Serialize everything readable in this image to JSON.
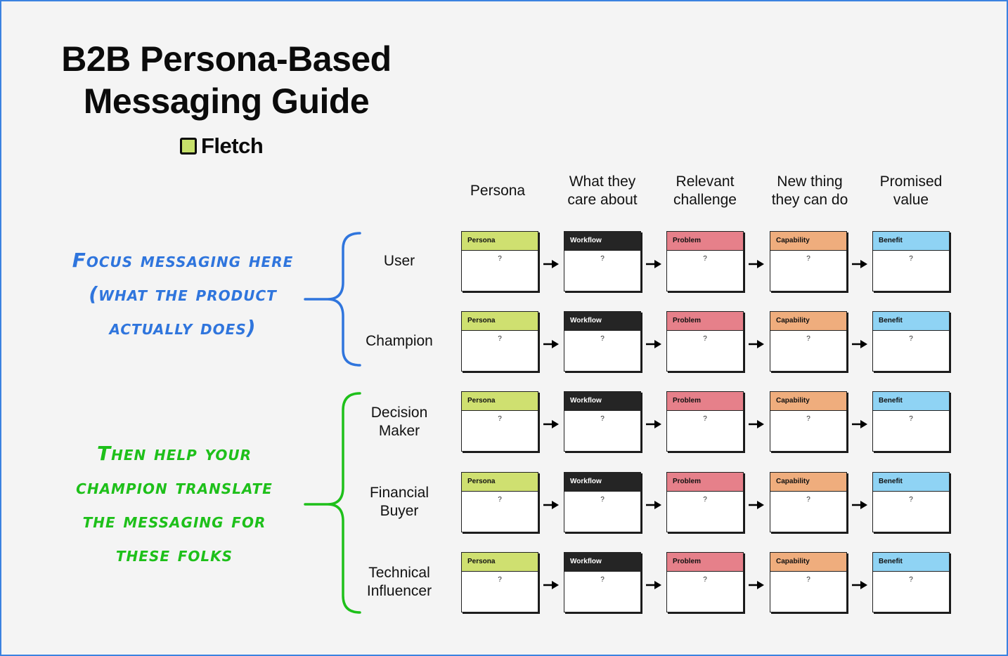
{
  "title": "B2B Persona-Based Messaging Guide",
  "brand": {
    "name": "Fletch",
    "accent": "#c6e06a"
  },
  "columns": [
    {
      "heading": "Persona",
      "card_label": "Persona",
      "color": "#cfe070",
      "text_color": "#111111"
    },
    {
      "heading": "What they care about",
      "card_label": "Workflow",
      "color": "#252525",
      "text_color": "#ffffff"
    },
    {
      "heading": "Relevant challenge",
      "card_label": "Problem",
      "color": "#e6808a",
      "text_color": "#111111"
    },
    {
      "heading": "New thing they can do",
      "card_label": "Capability",
      "color": "#efad7d",
      "text_color": "#111111"
    },
    {
      "heading": "Promised value",
      "card_label": "Benefit",
      "color": "#8fd3f4",
      "text_color": "#111111"
    }
  ],
  "rows": [
    {
      "label": "User",
      "group": "focus"
    },
    {
      "label": "Champion",
      "group": "focus"
    },
    {
      "label": "Decision Maker",
      "group": "translate"
    },
    {
      "label": "Financial Buyer",
      "group": "translate"
    },
    {
      "label": "Technical Influencer",
      "group": "translate"
    }
  ],
  "card_placeholder": "?",
  "notes": {
    "focus": {
      "lines": [
        "Focus messaging here",
        "(what the product",
        "actually does)"
      ],
      "color": "#2f75dd"
    },
    "translate": {
      "lines": [
        "Then help your",
        "champion translate",
        "the messaging for",
        "these folks"
      ],
      "color": "#1ec01a"
    }
  },
  "frame_color": "#3b82e0",
  "arrow_color": "#000000"
}
